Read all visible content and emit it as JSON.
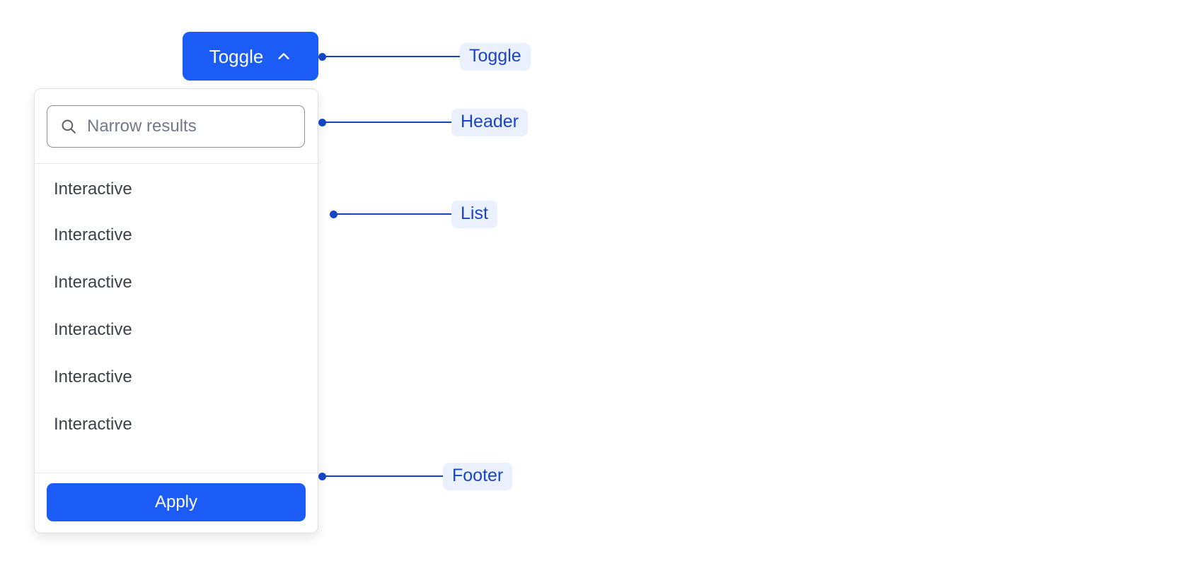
{
  "toggle": {
    "label": "Toggle",
    "icon": "chevron-up-icon",
    "background_color": "#1a5cf5",
    "text_color": "#ffffff"
  },
  "panel": {
    "header": {
      "search": {
        "icon": "search-icon",
        "placeholder": "Narrow results",
        "value": ""
      }
    },
    "list": {
      "items": [
        {
          "label": "Interactive"
        },
        {
          "label": "Interactive"
        },
        {
          "label": "Interactive"
        },
        {
          "label": "Interactive"
        },
        {
          "label": "Interactive"
        },
        {
          "label": "Interactive"
        }
      ]
    },
    "footer": {
      "apply_label": "Apply",
      "apply_background_color": "#1a5cf5"
    }
  },
  "annotations": [
    {
      "id": "toggle",
      "label": "Toggle"
    },
    {
      "id": "header",
      "label": "Header"
    },
    {
      "id": "list",
      "label": "List"
    },
    {
      "id": "footer",
      "label": "Footer"
    }
  ],
  "colors": {
    "accent_blue": "#1a5cf5",
    "annotation_blue": "#1446c4",
    "annotation_chip_bg": "#eaf0fd",
    "annotation_chip_text": "#1a45c8",
    "panel_border": "#dfe1e6",
    "text_primary": "#3c4149",
    "placeholder": "#74798a",
    "page_background": "#ffffff"
  }
}
